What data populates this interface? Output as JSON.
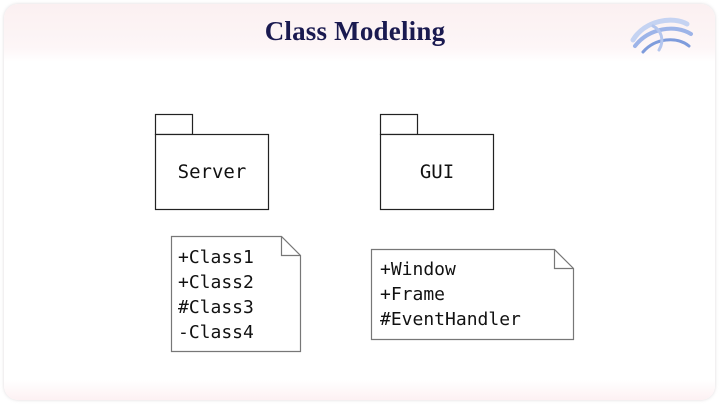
{
  "slide": {
    "title": "Class Modeling",
    "logo_icon": "swirl-logo-icon"
  },
  "diagram": {
    "packages": [
      {
        "name": "Server"
      },
      {
        "name": "GUI"
      }
    ],
    "notes": [
      {
        "lines": [
          "+Class1",
          "+Class2",
          "#Class3",
          "-Class4"
        ]
      },
      {
        "lines": [
          "+Window",
          "+Frame",
          "#EventHandler"
        ]
      }
    ]
  },
  "colors": {
    "title": "#1a1a50",
    "logo": "#8aa6e0",
    "outline": "#222222",
    "note_outline": "#777777"
  }
}
